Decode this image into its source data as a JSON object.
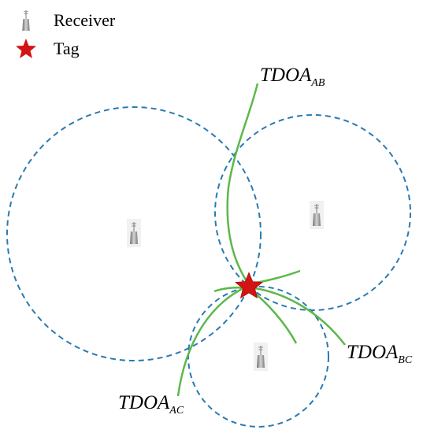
{
  "legend": {
    "receiver_label": "Receiver",
    "tag_label": "Tag"
  },
  "labels": {
    "tdoa_ab": {
      "main": "TDOA",
      "sub": "AB"
    },
    "tdoa_bc": {
      "main": "TDOA",
      "sub": "BC"
    },
    "tdoa_ac": {
      "main": "TDOA",
      "sub": "AC"
    }
  },
  "colors": {
    "circle": "#2a7ab0",
    "hyperbola": "#5cb84a",
    "tag": "#d21414",
    "receiver": "#9e9e9e"
  }
}
